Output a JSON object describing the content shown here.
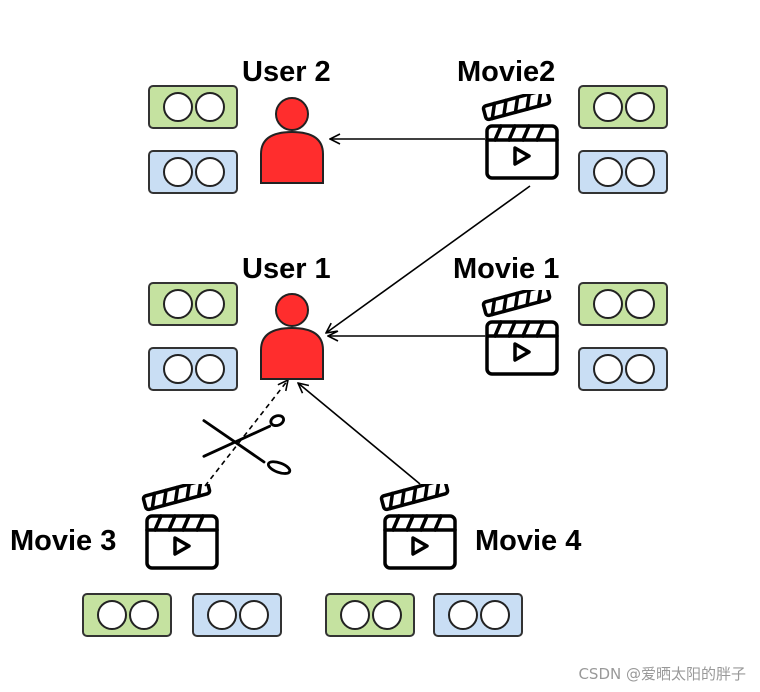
{
  "nodes": {
    "user2": "User 2",
    "user1": "User 1",
    "movie2": "Movie2",
    "movie1": "Movie 1",
    "movie3": "Movie 3",
    "movie4": "Movie 4"
  },
  "icons": {
    "user": "user-icon",
    "movie": "clapperboard-icon",
    "cut": "scissors-icon"
  },
  "colors": {
    "user": "#ff2d2d",
    "embedding_green": "#c5e2a0",
    "embedding_blue": "#c9def4",
    "edge": "#000000"
  },
  "watermark": "CSDN @爱晒太阳的胖子"
}
